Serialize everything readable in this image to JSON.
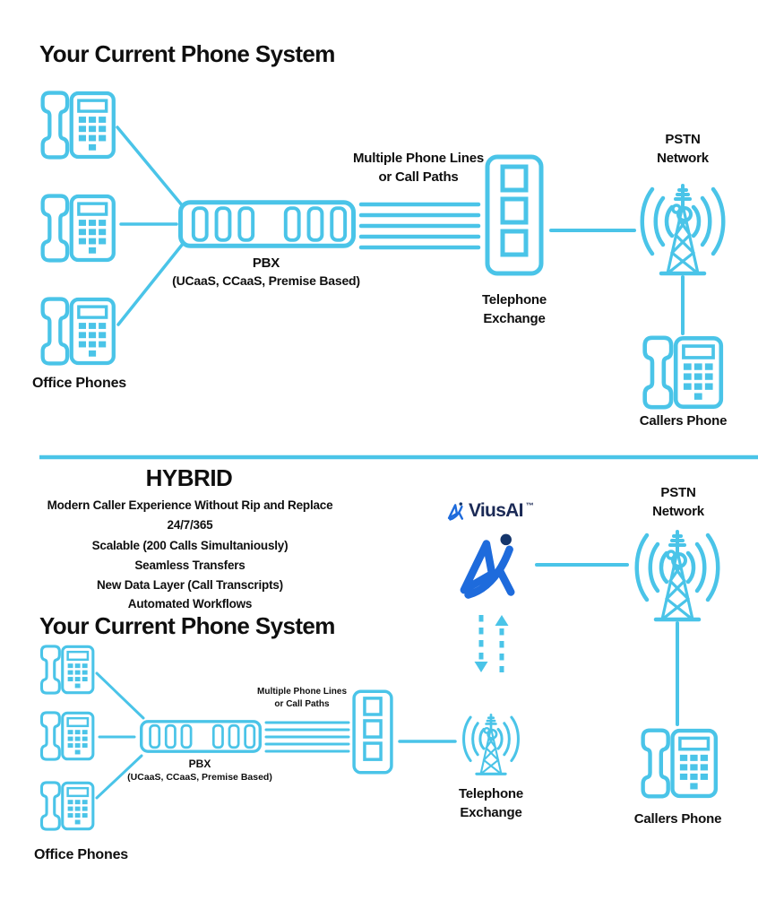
{
  "colors": {
    "cyan": "#4AC4E8",
    "ink": "#0f0f0f",
    "logo_blue": "#1E6BDC",
    "logo_navy": "#14356B",
    "wordmark_navy": "#1B2A56"
  },
  "top": {
    "title": "Your Current Phone System",
    "office_phones": "Office Phones",
    "pbx": "PBX",
    "pbx_sub": "(UCaaS, CCaaS, Premise Based)",
    "lines1": "Multiple Phone Lines",
    "lines2": "or Call Paths",
    "exchange1": "Telephone",
    "exchange2": "Exchange",
    "pstn1": "PSTN",
    "pstn2": "Network",
    "callers": "Callers Phone"
  },
  "hybrid": {
    "title": "HYBRID",
    "features": [
      "Modern Caller Experience Without Rip and Replace",
      "24/7/365",
      "Scalable (200 Calls Simultaniously)",
      "Seamless Transfers",
      "New Data Layer (Call Transcripts)",
      "Automated Workflows"
    ]
  },
  "brand": {
    "name": "ViusAI",
    "tm": "™"
  },
  "bottom": {
    "title": "Your Current Phone System",
    "office_phones": "Office Phones",
    "pbx": "PBX",
    "pbx_sub": "(UCaaS, CCaaS, Premise Based)",
    "lines1": "Multiple Phone Lines",
    "lines2": "or Call Paths",
    "exchange1": "Telephone",
    "exchange2": "Exchange",
    "pstn1": "PSTN",
    "pstn2": "Network",
    "callers": "Callers Phone"
  }
}
